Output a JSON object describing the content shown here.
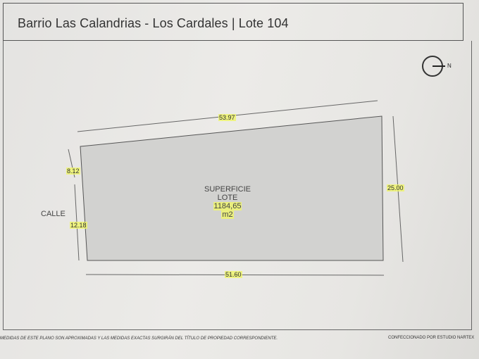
{
  "title": "Barrio Las Calandrias - Los Cardales | Lote 104",
  "compass": {
    "label": "N",
    "icon": "north-arrow-icon"
  },
  "lot": {
    "center_lines": [
      "SUPERFICIE",
      "LOTE",
      "1184,65",
      "m2"
    ],
    "street_label": "CALLE"
  },
  "measurements": {
    "top": "53.97",
    "bottom": "51.60",
    "right": "25.00",
    "left_upper": "8.12",
    "left_lower": "12.18"
  },
  "footer": {
    "disclaimer": "MEDIDAS DE ESTE PLANO SON APROXIMADAS Y LAS MEDIDAS EXACTAS SURGIRÁN DEL TÍTULO DE PROPIEDAD CORRESPONDIENTE.",
    "credit": "CONFECCIONADO POR ESTUDIO NARTEX"
  },
  "colors": {
    "lot_fill": "#d2d2d0",
    "highlight": "#eef56e",
    "lines": "#555555"
  }
}
